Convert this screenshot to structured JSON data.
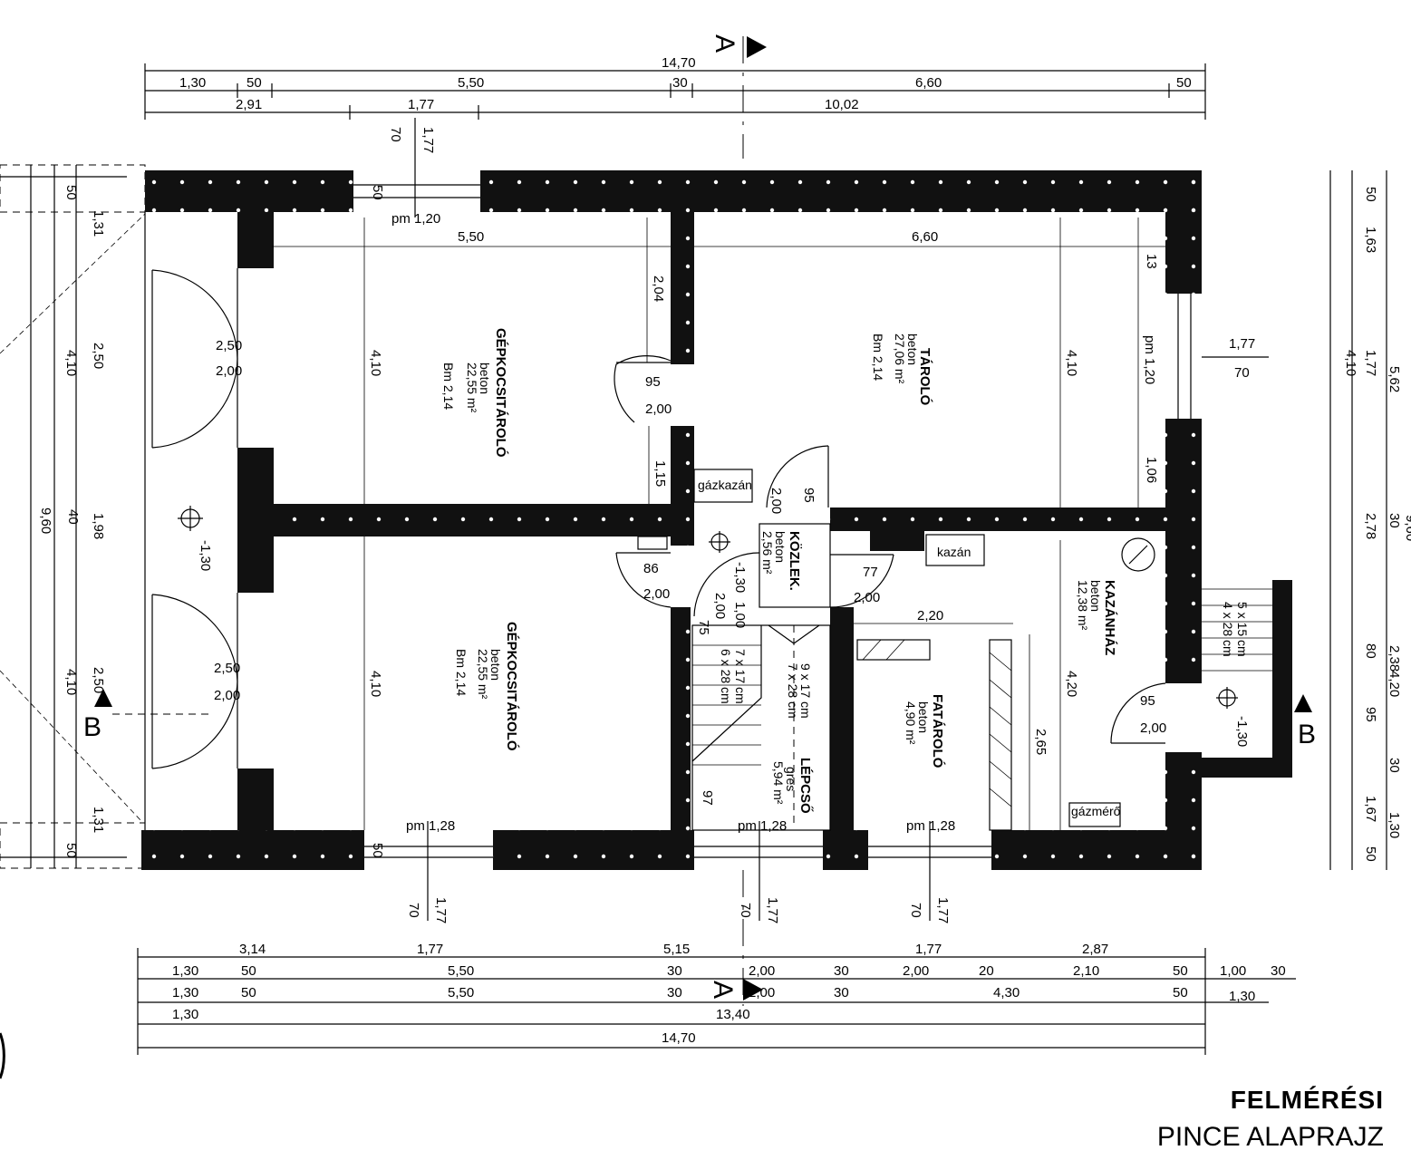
{
  "dims_top": {
    "total": "14,70",
    "row2": [
      "1,30",
      "50",
      "5,50",
      "30",
      "6,60",
      "50"
    ],
    "row3": [
      "2,91",
      "1,77",
      "10,02"
    ],
    "window_left": [
      "1,77",
      "70"
    ],
    "window_left_sill": "50",
    "window_left_pm": "pm 1,20"
  },
  "dims_bottom": {
    "row1": [
      "3,14",
      "1,77",
      "5,15",
      "1,77",
      "2,87"
    ],
    "row2": [
      "1,30",
      "50",
      "5,50",
      "30",
      "2,00",
      "30",
      "2,00",
      "20",
      "2,10",
      "50",
      "1,00",
      "30"
    ],
    "row3": [
      "1,30",
      "50",
      "5,50",
      "30",
      "2,00",
      "30",
      "4,30",
      "50",
      "1,30"
    ],
    "row4": [
      "1,30",
      "13,40"
    ],
    "total": "14,70",
    "window_a": [
      "1,77",
      "70"
    ],
    "window_b": [
      "1,77",
      "70"
    ],
    "window_c": [
      "1,77",
      "70"
    ],
    "pm_a": "pm 1,28",
    "pm_b": "pm 1,28",
    "pm_c": "pm 1,28",
    "sill_a": "50"
  },
  "dims_left": {
    "outer": [
      "50",
      "1,31",
      "2,50",
      "40",
      "1,98",
      "2,50",
      "1,31",
      "50"
    ],
    "mid": [
      "4,10",
      "4,10"
    ],
    "total": "9,60"
  },
  "dims_right": {
    "a": [
      "50",
      "1,63",
      "1,77",
      "2,78",
      "80",
      "95",
      "1,67",
      "50"
    ],
    "b": [
      "4,10",
      "30",
      "4,20",
      "30"
    ],
    "c": [
      "5,62",
      "2,38",
      "1,30"
    ],
    "total": "9,60"
  },
  "rooms": {
    "garage1": {
      "name": "GÉPKOCSITÁROLÓ",
      "floor": "beton",
      "area": "22,55 m²",
      "height": "Bm 2,14",
      "w": "5,50",
      "h": "4,10",
      "door": [
        "2,50",
        "2,00"
      ]
    },
    "garage2": {
      "name": "GÉPKOCSITÁROLÓ",
      "floor": "beton",
      "area": "22,55 m²",
      "height": "Bm 2,14",
      "h": "4,10",
      "door": [
        "2,50",
        "2,00"
      ]
    },
    "storage": {
      "name": "TÁROLÓ",
      "floor": "beton",
      "area": "27,06 m²",
      "height": "Bm 2,14",
      "w": "6,60",
      "h": "4,10",
      "win": [
        "1,77",
        "70"
      ],
      "pm": "pm 1,20",
      "s1": "13",
      "s2": "1,06"
    },
    "hall": {
      "name": "KÖZLEK.",
      "floor": "beton",
      "area": "2,56 m²"
    },
    "stair": {
      "name": "LÉPCSŐ",
      "floor": "gres",
      "area": "5,94 m²",
      "a": "9 x 17 cm",
      "b": "7 x 28 cm",
      "c": "7 x 17 cm",
      "d": "6 x 28 cm"
    },
    "wood": {
      "name": "FATÁROLÓ",
      "floor": "beton",
      "area": "4,90 m²",
      "w": "2,20",
      "h": "2,65"
    },
    "boiler": {
      "name": "KAZÁNHÁZ",
      "floor": "beton",
      "area": "12,38 m²",
      "h": "4,20"
    }
  },
  "doors": {
    "d1": [
      "95",
      "2,00"
    ],
    "d2": [
      "95",
      "2,00"
    ],
    "d3": [
      "86",
      "2,00"
    ],
    "d4": [
      "-1,30",
      "1,00",
      "2,00"
    ],
    "d5": [
      "77",
      "2,00"
    ],
    "d6": [
      "95",
      "2,00"
    ],
    "d7": "2,04",
    "d8": "1,15",
    "d9": "75",
    "d10": "97"
  },
  "labels": {
    "gaskazan": "gázkazán",
    "kazan": "kazán",
    "gazmero": "gázmérő",
    "level_left": "-1,30",
    "level_right": "-1,30",
    "outside_stair": [
      "5 x 15 cm",
      "4 x 28 cm"
    ]
  },
  "section": {
    "A": "A",
    "B": "B"
  },
  "title": {
    "line1": "FELMÉRÉSI",
    "line2": "PINCE ALAPRAJZ"
  },
  "colors": {
    "wall": "#111111",
    "ink": "#000000",
    "paper": "#ffffff"
  }
}
